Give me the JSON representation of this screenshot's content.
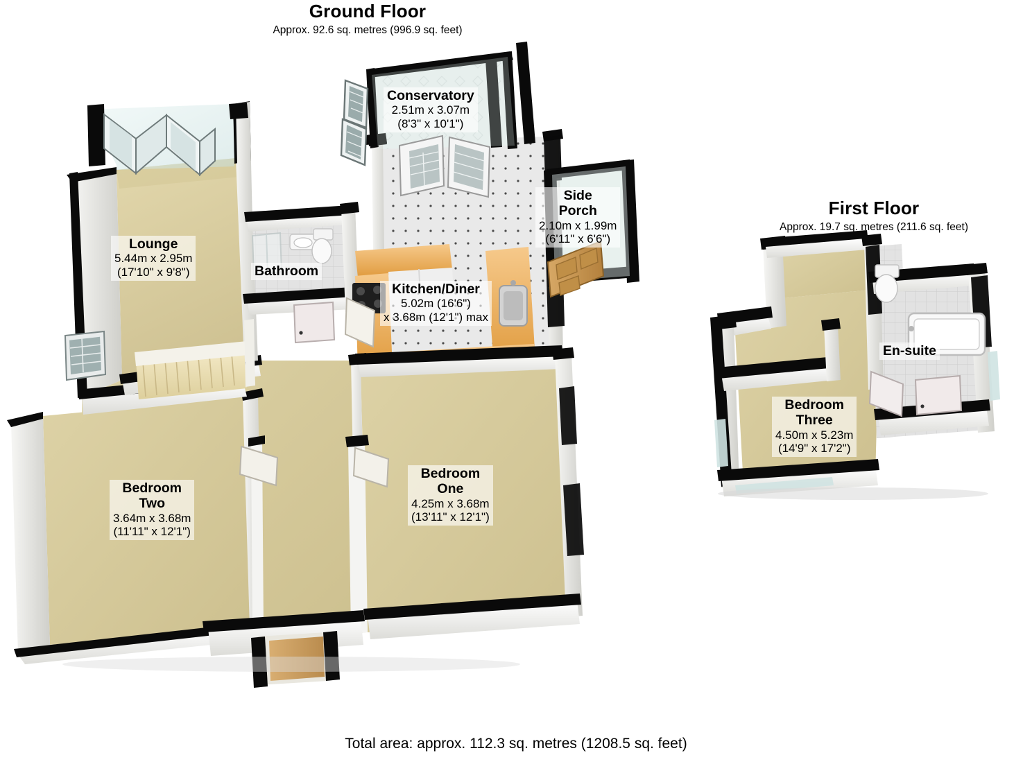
{
  "document": {
    "type": "property-floorplan",
    "total_area": "Total area: approx. 112.3 sq. metres (1208.5 sq. feet)"
  },
  "floors": [
    {
      "id": "ground",
      "title": "Ground Floor",
      "area": "Approx. 92.6 sq. metres (996.9 sq. feet)"
    },
    {
      "id": "first",
      "title": "First Floor",
      "area": "Approx. 19.7 sq. metres (211.6 sq. feet)"
    }
  ],
  "rooms": {
    "conservatory": {
      "name": "Conservatory",
      "metric": "2.51m x 3.07m",
      "imperial": "(8'3\" x 10'1\")"
    },
    "side_porch": {
      "name_line1": "Side",
      "name_line2": "Porch",
      "metric": "2.10m x 1.99m",
      "imperial": "(6'11\" x 6'6\")"
    },
    "lounge": {
      "name": "Lounge",
      "metric": "5.44m x 2.95m",
      "imperial": "(17'10\" x 9'8\")"
    },
    "bathroom": {
      "name": "Bathroom"
    },
    "kitchen_diner": {
      "name": "Kitchen/Diner",
      "metric": "5.02m (16'6\")",
      "imperial": "x 3.68m (12'1\") max"
    },
    "bedroom_two": {
      "name_line1": "Bedroom",
      "name_line2": "Two",
      "metric": "3.64m x 3.68m",
      "imperial": "(11'11\" x 12'1\")"
    },
    "bedroom_one": {
      "name_line1": "Bedroom",
      "name_line2": "One",
      "metric": "4.25m x 3.68m",
      "imperial": "(13'11\" x 12'1\")"
    },
    "en_suite": {
      "name": "En-suite"
    },
    "bedroom_three": {
      "name_line1": "Bedroom",
      "name_line2": "Three",
      "metric": "4.50m x 5.23m",
      "imperial": "(14'9\" x 17'2\")"
    }
  },
  "colors": {
    "wall_top": "#0a0a0a",
    "wall_face": "#f2f2f0",
    "wall_shade": "#d8d8d4",
    "carpet": "#ddd1a4",
    "carpet_dark": "#cfc296",
    "tile_floor": "#e6e6e6",
    "conservatory_floor": "#ececec",
    "counter_wood": "#e8a martin",
    "counter": "#eba355",
    "counter_light": "#f2c27e",
    "glass": "#d9eceb",
    "door_wood": "#c99a52",
    "stair_tread": "#e8dcb0",
    "background": "#ffffff",
    "text": "#000000"
  },
  "fixtures": [
    "bifold-doors-lounge",
    "window-lounge",
    "staircase",
    "bathroom-sink",
    "bathroom-toilet",
    "shower-screen",
    "kitchen-hob",
    "kitchen-sink",
    "kitchen-counters",
    "conservatory-french-doors",
    "side-porch-front-door",
    "ensuite-toilet",
    "ensuite-bath",
    "ensuite-door",
    "bedroom-doors"
  ]
}
